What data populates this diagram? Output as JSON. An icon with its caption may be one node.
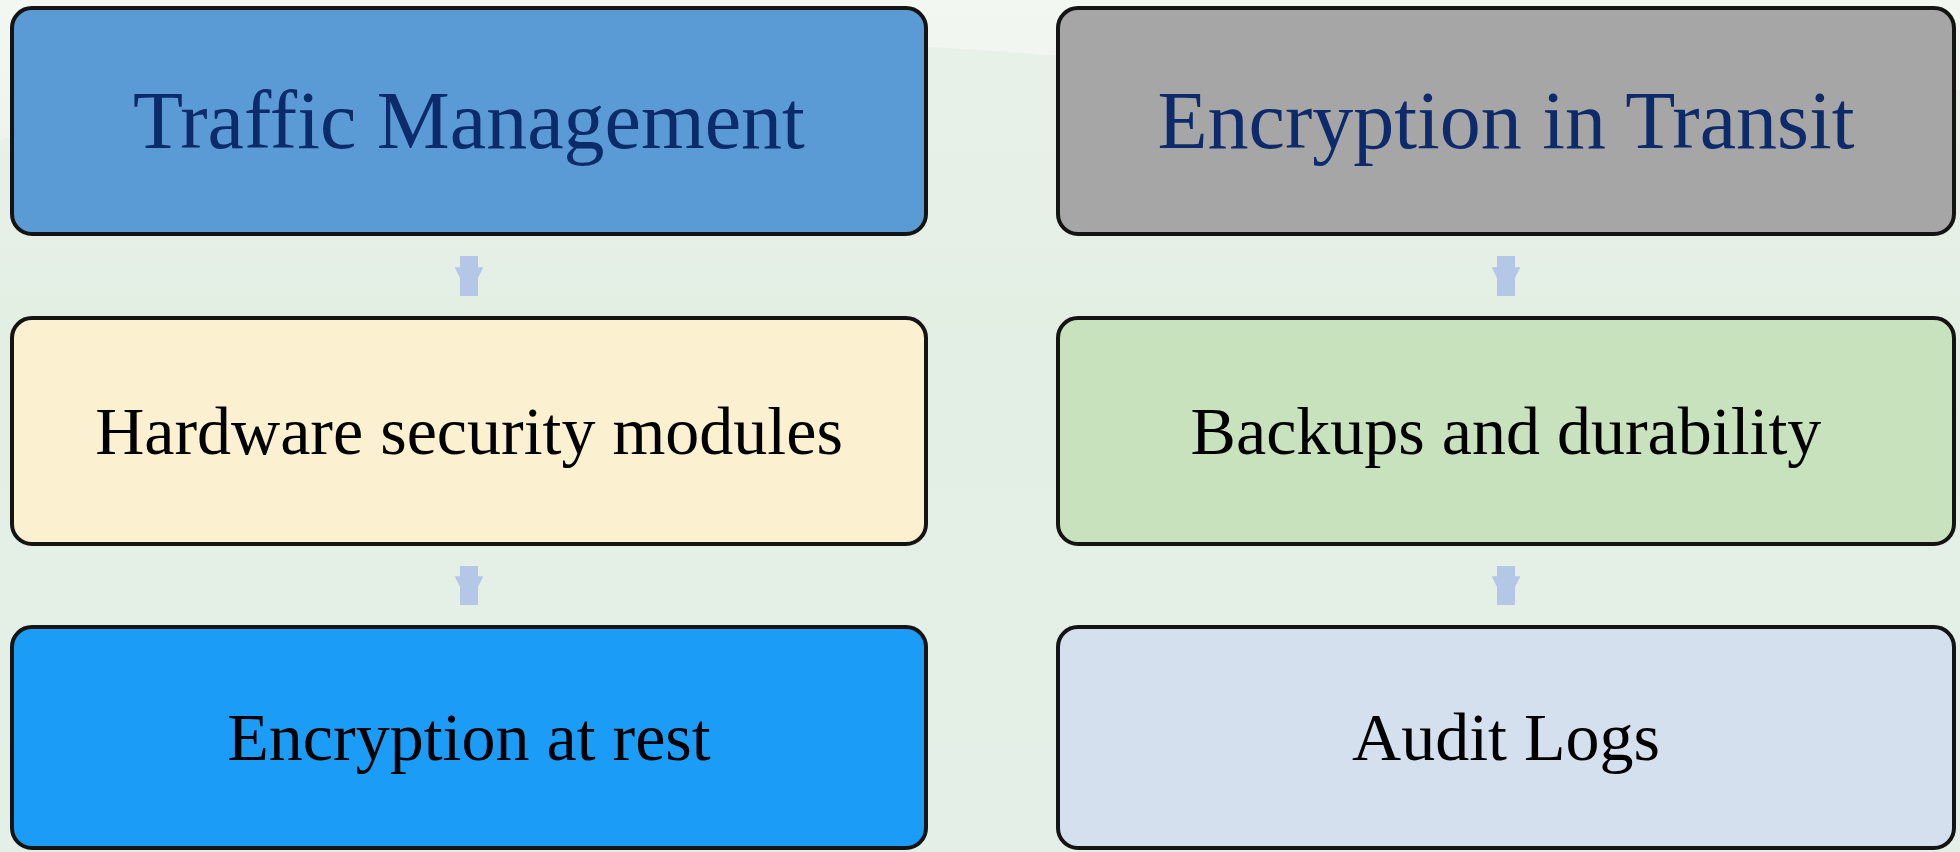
{
  "diagram": {
    "nodes": [
      {
        "text": [
          "Traffic Management"
        ]
      },
      {
        "text": [
          "Encryption in Transit"
        ]
      },
      {
        "text": [
          "Hardware security modules"
        ]
      },
      {
        "text": [
          "Backups and durability"
        ]
      },
      {
        "text": [
          "Encryption at rest"
        ]
      },
      {
        "text": [
          "Audit Logs"
        ]
      }
    ],
    "edges": [
      {
        "from": 0,
        "to": 2,
        "arrow": "to"
      },
      {
        "from": 2,
        "to": 4,
        "arrow": "to"
      },
      {
        "from": 1,
        "to": 3,
        "arrow": "to"
      },
      {
        "from": 3,
        "to": 5,
        "arrow": "to"
      }
    ]
  }
}
